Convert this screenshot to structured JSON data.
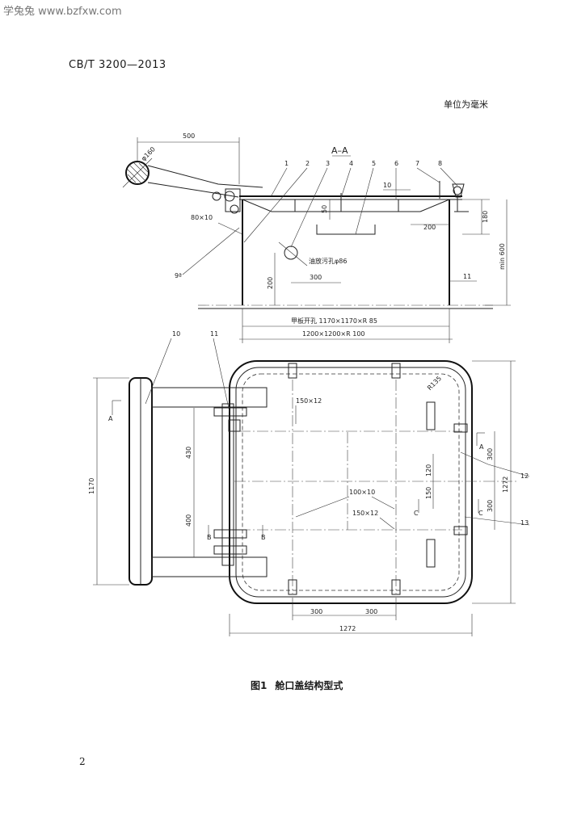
{
  "header": {
    "watermark": "学兔兔 www.bzfxw.com",
    "standard_no": "CB/T 3200—2013"
  },
  "unit_note": "单位为毫米",
  "section_view": {
    "title": "A–A",
    "callouts": [
      "1",
      "2",
      "3",
      "4",
      "5",
      "6",
      "7",
      "8",
      "9ª"
    ],
    "dims": {
      "lever": "500",
      "handwheel": "φ160",
      "flatbar": "80×10",
      "rise": "50",
      "tenlabel": "10",
      "width200": "200",
      "h180": "180",
      "minheight": "min 600",
      "drain": "油放污孔φ86",
      "h200": "200",
      "w300": "300",
      "t11": "11",
      "opening": "甲板开孔 1170×1170×R 85",
      "overall": "1200×1200×R 100"
    }
  },
  "plan_view": {
    "callouts": [
      "10",
      "11",
      "12",
      "13"
    ],
    "section_marks": [
      "A",
      "A",
      "B",
      "B",
      "C",
      "C"
    ],
    "dims": {
      "radius": "R135",
      "stiff1": "150×12",
      "stiff2": "100×10",
      "stiff3": "150×12",
      "h430": "430",
      "h400": "400",
      "h1170": "1170",
      "h1272": "1272",
      "v300": "300",
      "v120": "120",
      "v150": "150",
      "v300b": "300",
      "b300a": "300",
      "b300b": "300",
      "b1272": "1272"
    }
  },
  "figure_caption": {
    "number": "图1",
    "title": "舱口盖结构型式"
  },
  "page_number": "2"
}
